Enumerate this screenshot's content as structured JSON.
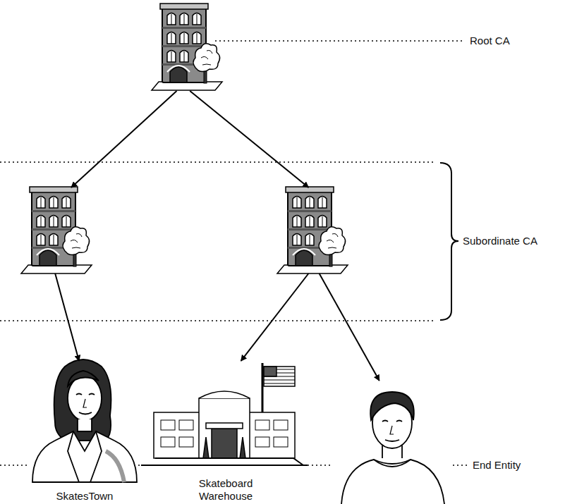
{
  "diagram": {
    "nodes": [
      {
        "text": []
      },
      {
        "text": []
      },
      {
        "text": []
      },
      {
        "text": [
          "SkatesTown"
        ]
      },
      {
        "text": [
          "Skateboard Warehouse"
        ]
      },
      {
        "text": []
      }
    ],
    "edges": [
      {
        "from": 0,
        "to": 1,
        "arrow": "to"
      },
      {
        "from": 0,
        "to": 2,
        "arrow": "to"
      },
      {
        "from": 1,
        "to": 3,
        "arrow": "to"
      },
      {
        "from": 2,
        "to": 4,
        "arrow": "to"
      },
      {
        "from": 2,
        "to": 5,
        "arrow": "to"
      }
    ],
    "labels": [
      "Root CA",
      "Subordinate CA",
      "End Entity"
    ]
  }
}
